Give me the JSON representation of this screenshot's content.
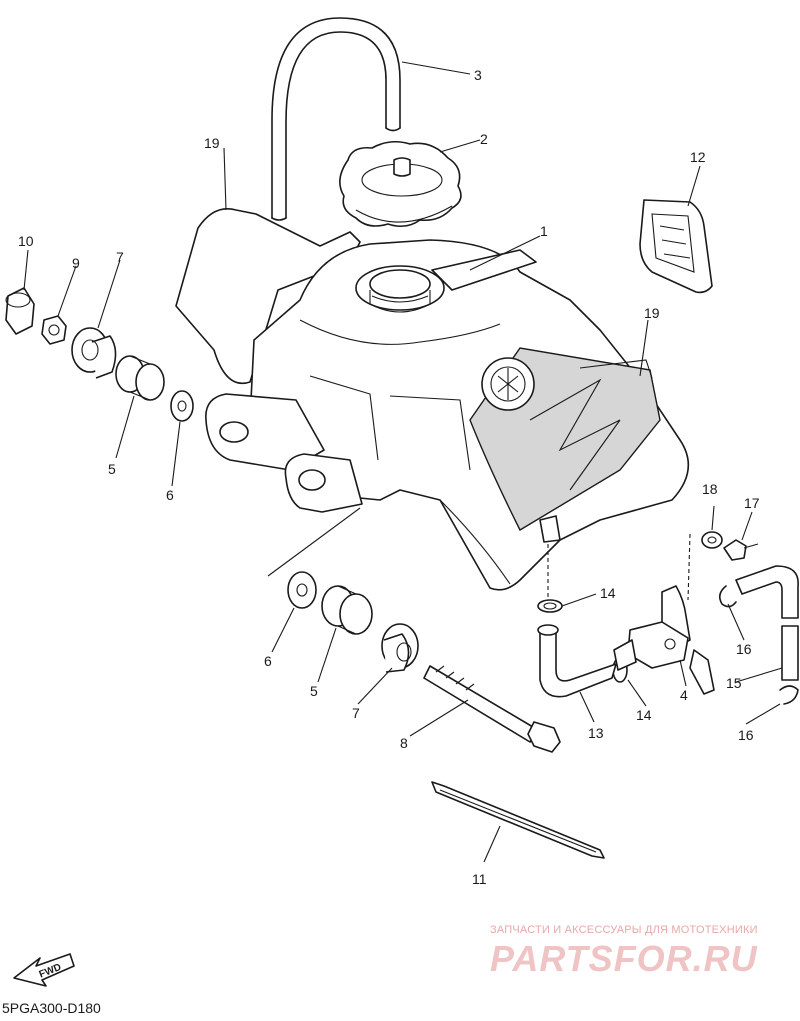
{
  "callouts": [
    {
      "id": "c1",
      "label": "1"
    },
    {
      "id": "c2",
      "label": "2"
    },
    {
      "id": "c3",
      "label": "3"
    },
    {
      "id": "c4",
      "label": "4"
    },
    {
      "id": "c5a",
      "label": "5"
    },
    {
      "id": "c5b",
      "label": "5"
    },
    {
      "id": "c6a",
      "label": "6"
    },
    {
      "id": "c6b",
      "label": "6"
    },
    {
      "id": "c7a",
      "label": "7"
    },
    {
      "id": "c7b",
      "label": "7"
    },
    {
      "id": "c8",
      "label": "8"
    },
    {
      "id": "c9",
      "label": "9"
    },
    {
      "id": "c10",
      "label": "10"
    },
    {
      "id": "c11",
      "label": "11"
    },
    {
      "id": "c12",
      "label": "12"
    },
    {
      "id": "c13",
      "label": "13"
    },
    {
      "id": "c14a",
      "label": "14"
    },
    {
      "id": "c14b",
      "label": "14"
    },
    {
      "id": "c15",
      "label": "15"
    },
    {
      "id": "c16a",
      "label": "16"
    },
    {
      "id": "c16b",
      "label": "16"
    },
    {
      "id": "c17",
      "label": "17"
    },
    {
      "id": "c18",
      "label": "18"
    },
    {
      "id": "c19a",
      "label": "19"
    },
    {
      "id": "c19b",
      "label": "19"
    }
  ],
  "fwd_label": "FWD",
  "drawing_code": "5PGA300-D180",
  "watermark": {
    "tagline": "ЗАПЧАСТИ И АКСЕССУАРЫ ДЛЯ МОТОТЕХНИКИ",
    "brand": "PARTSFOR.RU",
    "color": "#e8a8a8"
  }
}
